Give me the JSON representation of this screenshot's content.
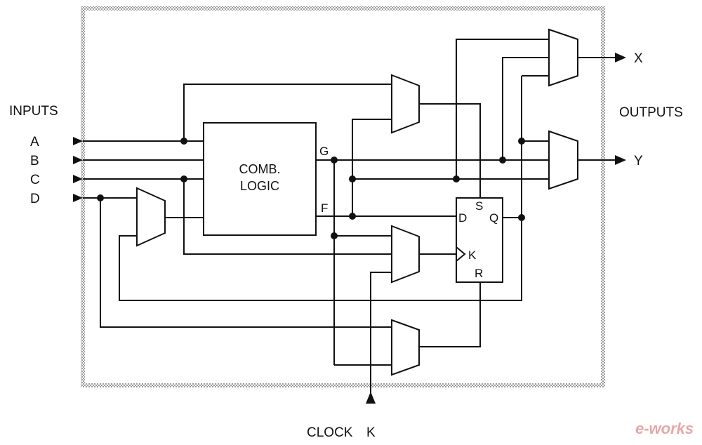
{
  "io": {
    "inputs_title": "INPUTS",
    "outputs_title": "OUTPUTS",
    "inputs": [
      "A",
      "B",
      "C",
      "D"
    ],
    "outputs": [
      "X",
      "Y"
    ],
    "clock": "CLOCK",
    "clock_pin": "K"
  },
  "logic": {
    "line1": "COMB.",
    "line2": "LOGIC",
    "out_g": "G",
    "out_f": "F"
  },
  "flipflop": {
    "d": "D",
    "s": "S",
    "q": "Q",
    "k": "K",
    "r": "R"
  },
  "watermark": "e-works"
}
